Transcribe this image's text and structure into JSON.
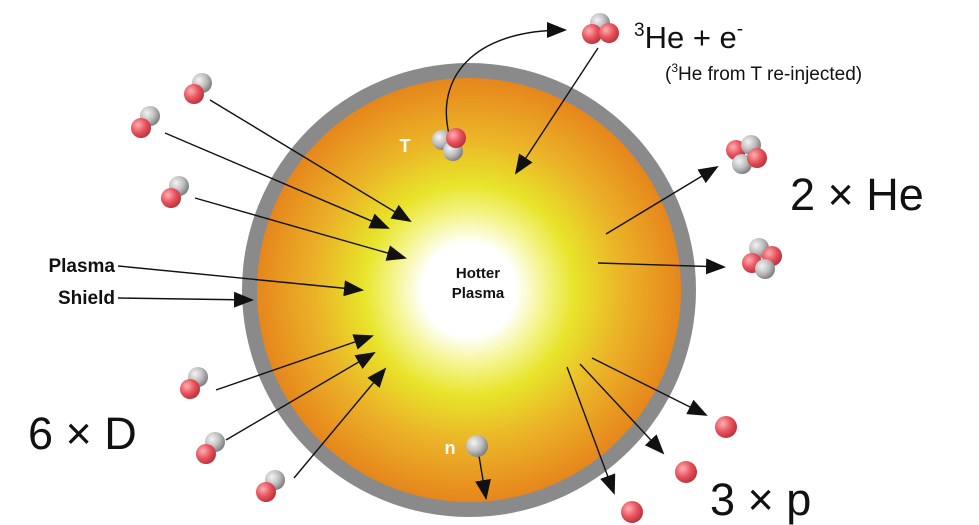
{
  "core_label_line1": "Hotter",
  "core_label_line2": "Plasma",
  "shield_label_line1": "Plasma",
  "shield_label_line2": "Shield",
  "tritium_label": "T",
  "neutron_label": "n",
  "he3_output": {
    "sup": "3",
    "text": "He + e",
    "sup_minus": "-"
  },
  "he3_note": {
    "open": "(",
    "sup": "3",
    "text": "He from T re-injected)"
  },
  "helium_output": "2 × He",
  "deuterium_input": "6 × D",
  "proton_output": "3 × p",
  "colors": {
    "proton": "#e0525c",
    "neutron": "#9a9a9a",
    "shield": "#8c8c8c",
    "core_hot": "#ffffff",
    "plasma_mid": "#e8e020",
    "plasma_outer": "#e8901a"
  }
}
